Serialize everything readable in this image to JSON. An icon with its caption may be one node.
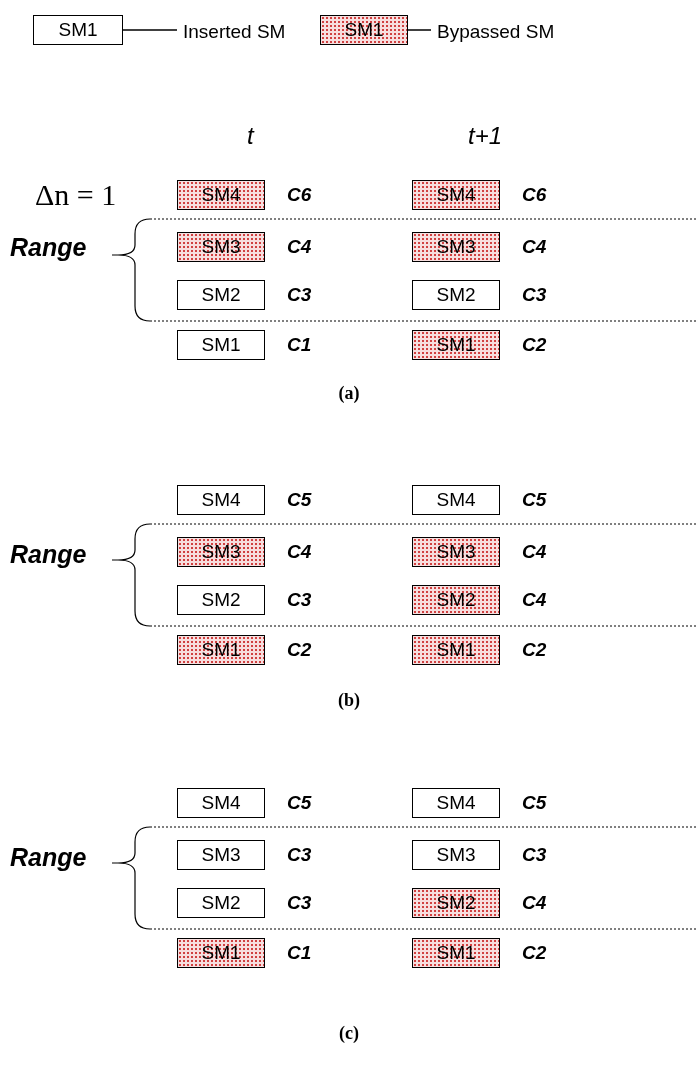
{
  "diagram": {
    "nodes": [
      {
        "text": [
          "SM1"
        ]
      },
      {
        "text": [
          "Inserted SM"
        ]
      },
      {
        "text": [
          "SM1"
        ]
      },
      {
        "text": [
          "Bypassed SM"
        ]
      },
      {
        "text": [
          "SM4"
        ],
        "beside": [
          "C6"
        ]
      },
      {
        "text": [
          "SM4"
        ],
        "beside": [
          "C6"
        ]
      },
      {
        "text": [
          "SM3"
        ],
        "beside": [
          "C4"
        ]
      },
      {
        "text": [
          "SM3"
        ],
        "beside": [
          "C4"
        ]
      },
      {
        "text": [
          "SM2"
        ],
        "beside": [
          "C3"
        ]
      },
      {
        "text": [
          "SM2"
        ],
        "beside": [
          "C3"
        ]
      },
      {
        "text": [
          "SM1"
        ],
        "beside": [
          "C1"
        ]
      },
      {
        "text": [
          "SM1"
        ],
        "beside": [
          "C2"
        ]
      },
      {
        "text": [
          "SM4"
        ],
        "beside": [
          "C5"
        ]
      },
      {
        "text": [
          "SM4"
        ],
        "beside": [
          "C5"
        ]
      },
      {
        "text": [
          "SM3"
        ],
        "beside": [
          "C4"
        ]
      },
      {
        "text": [
          "SM3"
        ],
        "beside": [
          "C4"
        ]
      },
      {
        "text": [
          "SM2"
        ],
        "beside": [
          "C3"
        ]
      },
      {
        "text": [
          "SM2"
        ],
        "beside": [
          "C4"
        ]
      },
      {
        "text": [
          "SM1"
        ],
        "beside": [
          "C2"
        ]
      },
      {
        "text": [
          "SM1"
        ],
        "beside": [
          "C2"
        ]
      },
      {
        "text": [
          "SM4"
        ],
        "beside": [
          "C5"
        ]
      },
      {
        "text": [
          "SM4"
        ],
        "beside": [
          "C5"
        ]
      },
      {
        "text": [
          "SM3"
        ],
        "beside": [
          "C3"
        ]
      },
      {
        "text": [
          "SM3"
        ],
        "beside": [
          "C3"
        ]
      },
      {
        "text": [
          "SM2"
        ],
        "beside": [
          "C3"
        ]
      },
      {
        "text": [
          "SM2"
        ],
        "beside": [
          "C4"
        ]
      },
      {
        "text": [
          "SM1"
        ],
        "beside": [
          "C1"
        ]
      },
      {
        "text": [
          "SM1"
        ],
        "beside": [
          "C2"
        ]
      }
    ],
    "edges": [
      {
        "from": 0,
        "to": 1,
        "arrow": "none"
      },
      {
        "from": 2,
        "to": 3,
        "arrow": "none"
      }
    ],
    "labels": [
      "t",
      "t+1",
      "Δn = 1",
      "Range",
      "(a)",
      "Range",
      "(b)",
      "Range",
      "(c)"
    ]
  }
}
